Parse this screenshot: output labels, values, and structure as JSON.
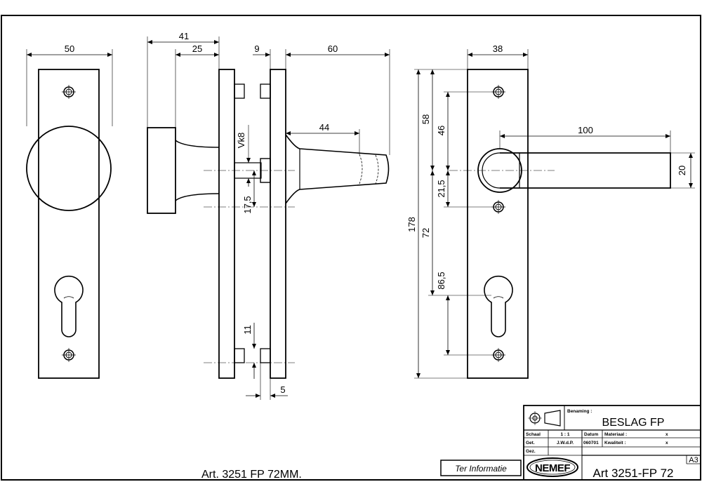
{
  "dimensions": {
    "front_width": "50",
    "side_depth_total": "41",
    "side_depth_knob": "25",
    "side_plate_gap": "9",
    "side_lever_depth": "60",
    "side_lever_grip": "44",
    "spindle": "Vk8",
    "spindle_offset": "17,5",
    "screw_head": "11",
    "screw_tip": "5",
    "lever_plate_width": "38",
    "lever_length": "100",
    "lever_thickness": "20",
    "plate_height": "178",
    "top_to_spindle": "58",
    "screw_to_spindle": "46",
    "spindle_to_screw": "21,5",
    "spindle_to_cylinder": "72",
    "screw_to_cylinder": "86,5"
  },
  "footer": {
    "article_note": "Art. 3251 FP 72MM.",
    "ter_informatie": "Ter Informatie"
  },
  "title_block": {
    "benaming_label": "Benaming :",
    "title": "BESLAG FP",
    "schaal_label": "Schaal",
    "schaal_value": "1 : 1",
    "datum_label": "Datum",
    "materiaal_label": "Materiaal :",
    "materiaal_value": "x",
    "get_label": "Get.",
    "get_value": "J.W.d.P.",
    "date_value": "060701",
    "kwaliteit_label": "Kwaliteit :",
    "kwaliteit_value": "x",
    "gez_label": "Gez.",
    "logo": "NEMEF",
    "sheet_size": "A3",
    "article": "Art 3251-FP 72"
  }
}
